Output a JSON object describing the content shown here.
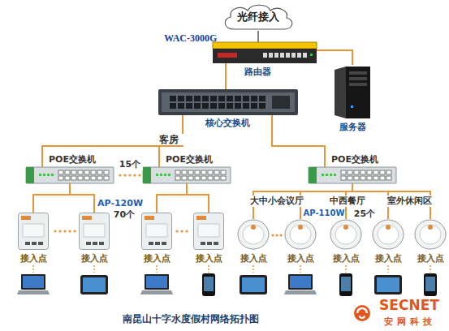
{
  "diagram": {
    "caption": "南昆山十字水度假村网络拓扑图",
    "nodes": [
      {
        "text": [
          "光纤接入"
        ]
      },
      {
        "text": [
          "WAC-3000G",
          "路由器"
        ]
      },
      {
        "text": [
          "服务器"
        ]
      },
      {
        "text": [
          "核心交换机"
        ]
      },
      {
        "text": [
          "POE交换机"
        ]
      },
      {
        "text": [
          "POE交换机"
        ]
      },
      {
        "text": [
          "POE交换机"
        ]
      },
      {
        "text": [
          "接入点"
        ]
      },
      {
        "text": [
          "接入点"
        ]
      },
      {
        "text": [
          "接入点"
        ]
      },
      {
        "text": [
          "接入点"
        ]
      },
      {
        "text": [
          "接入点"
        ]
      },
      {
        "text": [
          "接入点"
        ]
      },
      {
        "text": [
          "接入点"
        ]
      },
      {
        "text": [
          "接入点"
        ]
      },
      {
        "text": [
          "接入点"
        ]
      }
    ],
    "edges": [
      {
        "from": 0,
        "to": 1,
        "arrow": "none"
      },
      {
        "from": 1,
        "to": 2,
        "arrow": "none"
      },
      {
        "from": 1,
        "to": 3,
        "arrow": "none"
      },
      {
        "from": 3,
        "to": 4,
        "arrow": "none"
      },
      {
        "from": 3,
        "to": 5,
        "arrow": "none"
      },
      {
        "from": 3,
        "to": 6,
        "arrow": "none"
      },
      {
        "from": 4,
        "to": 7,
        "arrow": "none"
      },
      {
        "from": 4,
        "to": 8,
        "arrow": "none"
      },
      {
        "from": 5,
        "to": 9,
        "arrow": "none"
      },
      {
        "from": 5,
        "to": 10,
        "arrow": "none"
      },
      {
        "from": 6,
        "to": 11,
        "arrow": "none"
      },
      {
        "from": 6,
        "to": 12,
        "arrow": "none"
      },
      {
        "from": 6,
        "to": 13,
        "arrow": "none"
      },
      {
        "from": 6,
        "to": 14,
        "arrow": "none"
      },
      {
        "from": 6,
        "to": 15,
        "arrow": "none"
      }
    ],
    "labels": [
      "客房",
      "15个",
      "AP-120W",
      "70个",
      "大中小会议厅",
      "中西餐厅",
      "室外休闲区",
      "AP-110W",
      "25个",
      "SECNET",
      "安网科技"
    ]
  }
}
